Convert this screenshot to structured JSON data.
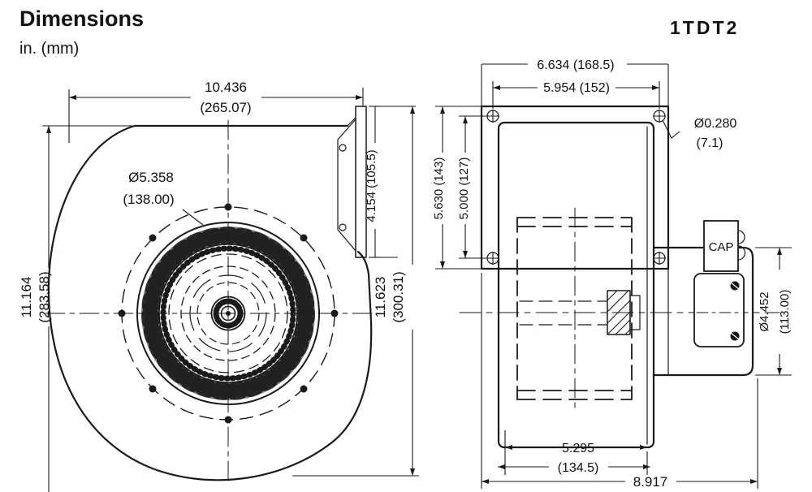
{
  "header": {
    "title": "Dimensions",
    "units": "in. (mm)",
    "model": "1TDT2"
  },
  "front_view": {
    "overall_width_in": "10.436",
    "overall_width_mm": "(265.07)",
    "height_in": "11.164",
    "height_mm": "(283.58)",
    "wheel_diameter": "Ø5.358",
    "wheel_diameter_mm": "(138.00)",
    "outlet_flange": "4.154 (105.5)",
    "overall_height_in": "11.623",
    "overall_height_mm": "(300.31)"
  },
  "side_view": {
    "flange_width": "6.634 (168.5)",
    "hole_spacing_horizontal": "5.954 (152)",
    "mounting_hole_dia_in": "Ø0.280",
    "mounting_hole_dia_mm": "(7.1)",
    "flange_height": "5.630 (143)",
    "hole_spacing_vertical": "5.000 (127)",
    "capacitor_label": "CAP",
    "motor_dia_in": "Ø4.452",
    "motor_dia_mm": "(113.00)",
    "housing_depth_in": "5.295",
    "housing_depth_mm": "(134.5)",
    "overall_depth": "8.917"
  }
}
